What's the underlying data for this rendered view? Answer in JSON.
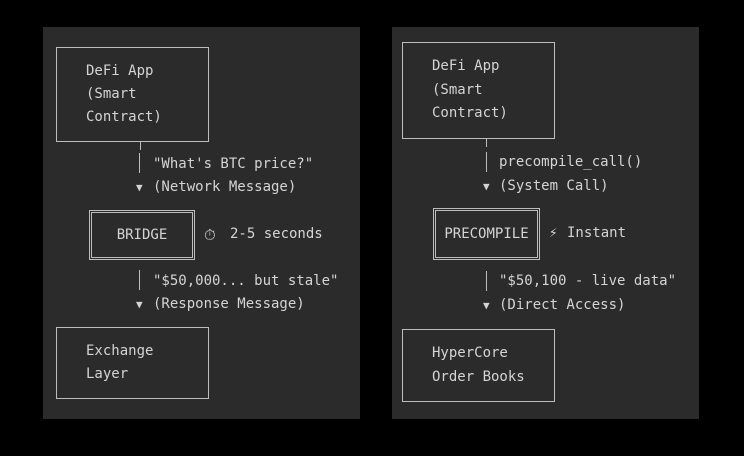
{
  "left": {
    "top_box": {
      "lines": [
        "DeFi App",
        "(Smart",
        "Contract)"
      ]
    },
    "request": {
      "message": "\"What's BTC price?\"",
      "channel": "(Network Message)"
    },
    "bridge": {
      "label": "BRIDGE",
      "timer_icon": "⏱",
      "latency": "2-5 seconds"
    },
    "response": {
      "message": "\"$50,000... but stale\"",
      "channel": "(Response Message)"
    },
    "bottom_box": {
      "lines": [
        "Exchange",
        "Layer"
      ]
    }
  },
  "right": {
    "top_box": {
      "lines": [
        "DeFi App",
        "(Smart",
        "Contract)"
      ]
    },
    "request": {
      "message": "precompile_call()",
      "channel": "(System Call)"
    },
    "precompile": {
      "label": "PRECOMPILE",
      "bolt_icon": "⚡",
      "latency": "Instant"
    },
    "response": {
      "message": "\"$50,100 - live data\"",
      "channel": "(Direct Access)"
    },
    "bottom_box": {
      "lines": [
        "HyperCore",
        "Order Books"
      ]
    }
  },
  "arrow_glyph": "▼"
}
